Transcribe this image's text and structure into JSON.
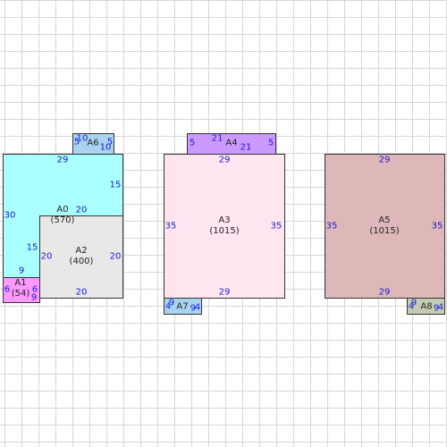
{
  "rooms": {
    "A0": {
      "name": "A0",
      "area": "(570)",
      "color": "#aaffff",
      "dims": {
        "top": "29",
        "left": "30",
        "right": "15",
        "inner_bottom": "9",
        "inner_right": "15"
      }
    },
    "A1": {
      "name": "A1",
      "area": "(54)",
      "color": "#ff99ff",
      "dims": {
        "left": "6",
        "right": "6",
        "bottom": "9"
      }
    },
    "A2": {
      "name": "A2",
      "area": "(400)",
      "color": "#e8e8e8",
      "dims": {
        "top": "20",
        "left": "20",
        "right": "20",
        "bottom": "20"
      }
    },
    "A3": {
      "name": "A3",
      "area": "(1015)",
      "color": "#ffe5f0",
      "dims": {
        "top": "29",
        "left": "35",
        "right": "35",
        "bottom": "29"
      }
    },
    "A4": {
      "name": "A4",
      "color": "#cc99ff",
      "dims": {
        "top": "21",
        "left": "5",
        "right": "5",
        "bottom": "21"
      }
    },
    "A5": {
      "name": "A5",
      "area": "(1015)",
      "color": "#deb8b8",
      "dims": {
        "top": "29",
        "left": "35",
        "right": "35",
        "bottom": "29"
      }
    },
    "A6": {
      "name": "A6",
      "color": "#a9d4f0",
      "dims": {
        "top": "10",
        "left": "5",
        "right": "5",
        "bottom": "10"
      }
    },
    "A7": {
      "name": "A7",
      "color": "#a9d4f0",
      "dims": {
        "top": "9",
        "left": "4",
        "right": "4",
        "bottom": "9"
      }
    },
    "A8": {
      "name": "A8",
      "color": "#c4ccb4",
      "dims": {
        "top": "9",
        "left": "4",
        "right": "4",
        "bottom": "9"
      }
    }
  }
}
